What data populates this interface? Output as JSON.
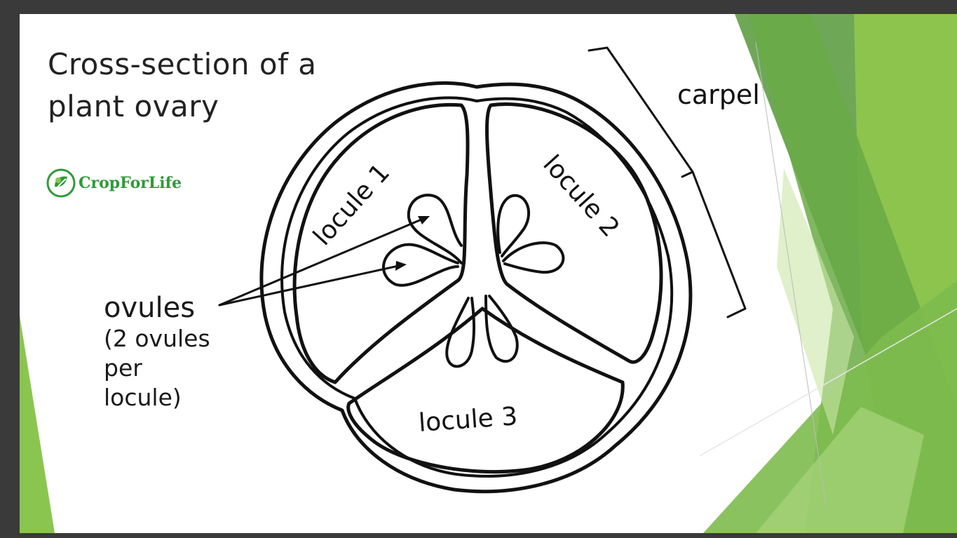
{
  "title": {
    "line1": "Cross-section of a",
    "line2": "plant ovary"
  },
  "logo": {
    "text": "CropForLife",
    "icon": "leaf-logo-icon"
  },
  "labels": {
    "locule1": "locule 1",
    "locule2": "locule 2",
    "locule3": "locule 3",
    "carpel": "carpel",
    "ovules": "ovules",
    "ovules_note": "(2 ovules\nper\nlocule)"
  },
  "colors": {
    "background": "#ffffff",
    "frame": "#3a3a3a",
    "ink": "#111111",
    "green_dark": "#4f9a3c",
    "green_mid": "#6db64a",
    "green_light": "#9dd063",
    "logo_green": "#2f9a3a"
  }
}
